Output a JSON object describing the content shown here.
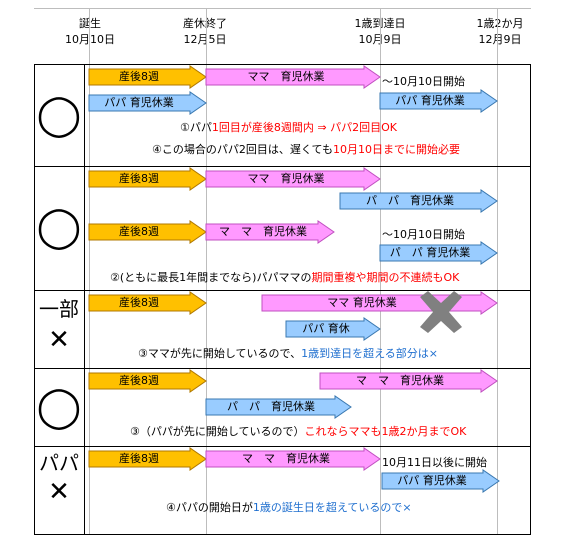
{
  "header": {
    "cols": [
      {
        "line1": "誕生",
        "line2": "10月10日"
      },
      {
        "line1": "産休終了",
        "line2": "12月5日"
      },
      {
        "line1": "1歳到達日",
        "line2": "10月9日"
      },
      {
        "line1": "1歳2か月",
        "line2": "12月9日"
      }
    ]
  },
  "colors": {
    "sango": "#ffc000",
    "mama": "#ff99ff",
    "papa": "#99ccff",
    "red_text": "#ff0000",
    "blue_text": "#1f6fcf",
    "cross": "#808080"
  },
  "rows": [
    {
      "mark": "◯",
      "bars": {
        "sango": "産後8週",
        "mama": "ママ　育児休業",
        "papa1": "パパ 育児休業",
        "papa2": "パパ 育児休業",
        "papa2_note": "～10月10日開始"
      },
      "note1": {
        "a": "①パパ",
        "b": "1回目が産後8週間内 ⇒ パパ2回目OK"
      },
      "note2": {
        "a": "④この場合のパパ2回目は、遅くても",
        "b": "10月10日までに開始必要"
      }
    },
    {
      "mark": "◯",
      "bars": {
        "sango_a": "産後8週",
        "mama_a": "ママ　育児休業",
        "papa_a": "パ　パ　育児休業",
        "sango_b": "産後8週",
        "mama_b": "マ　マ　育児休業",
        "papa_b": "パ　パ 育児休業",
        "papa_b_note": "～10月10日開始"
      },
      "note": {
        "a": "②(ともに最長1年間までなら)パパママの",
        "b": "期間重複や期間の不連続もOK"
      }
    },
    {
      "mark_line1": "一部",
      "mark_line2": "✕",
      "bars": {
        "sango": "産後8週",
        "mama": "ママ 育児休業",
        "papa": "パパ 育休"
      },
      "note": {
        "a": "③ママが先に開始しているので、",
        "b": "1歳到達日を超える部分は×"
      }
    },
    {
      "mark": "◯",
      "bars": {
        "sango": "産後8週",
        "mama": "マ　マ　育児休業",
        "papa": "パ　パ　育児休業"
      },
      "note": {
        "a": "③（パパが先に開始しているので）",
        "b": "これならママも1歳2か月までOK"
      }
    },
    {
      "mark_line1": "パパ",
      "mark_line2": "✕",
      "bars": {
        "sango": "産後8週",
        "mama": "マ　マ　育児休業",
        "papa": "パパ 育児休業",
        "papa_note": "10月11日以後に開始"
      },
      "note": {
        "a": "④パパの開始日が",
        "b": "1歳の誕生日を超えているので×"
      }
    }
  ]
}
